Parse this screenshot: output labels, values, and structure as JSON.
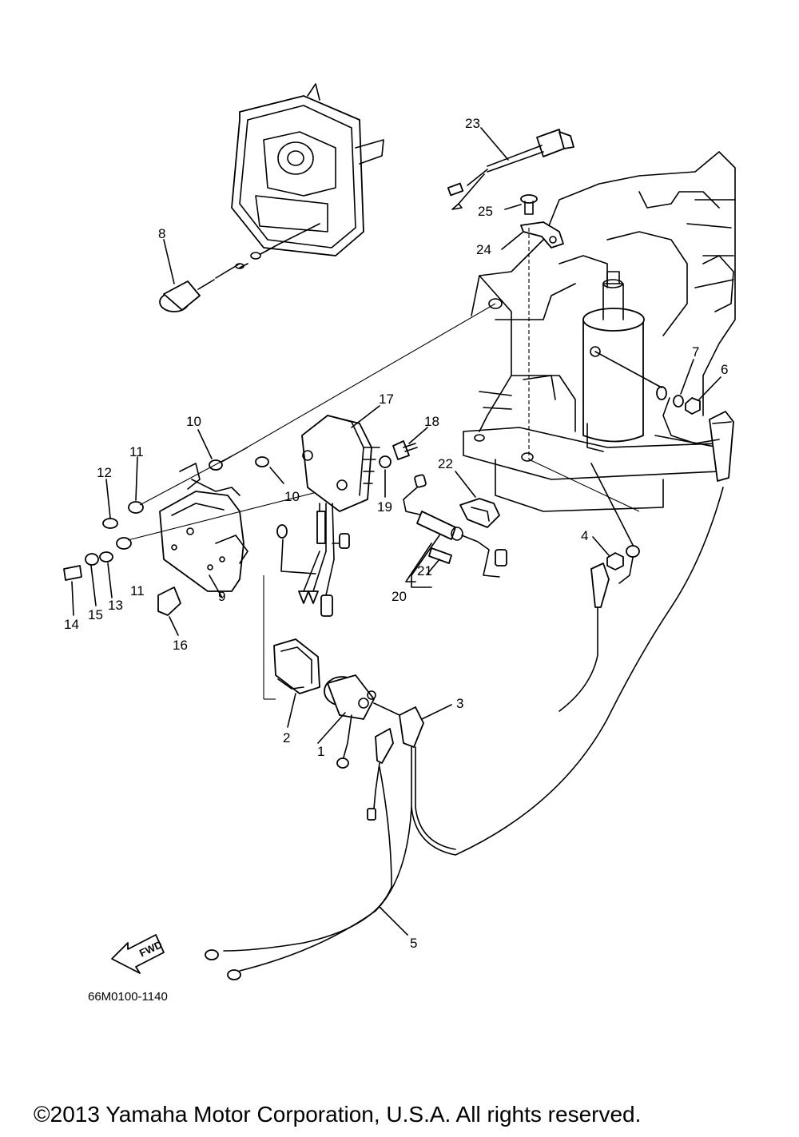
{
  "diagram": {
    "drawing_code": "66M0100-1140",
    "copyright": "©2013 Yamaha Motor Corporation, U.S.A. All rights reserved.",
    "direction_label": "FWD",
    "callouts": [
      "1",
      "2",
      "3",
      "4",
      "5",
      "6",
      "7",
      "8",
      "9",
      "10",
      "10",
      "11",
      "11",
      "12",
      "13",
      "14",
      "15",
      "16",
      "17",
      "18",
      "19",
      "20",
      "21",
      "22",
      "23",
      "24",
      "25"
    ]
  }
}
